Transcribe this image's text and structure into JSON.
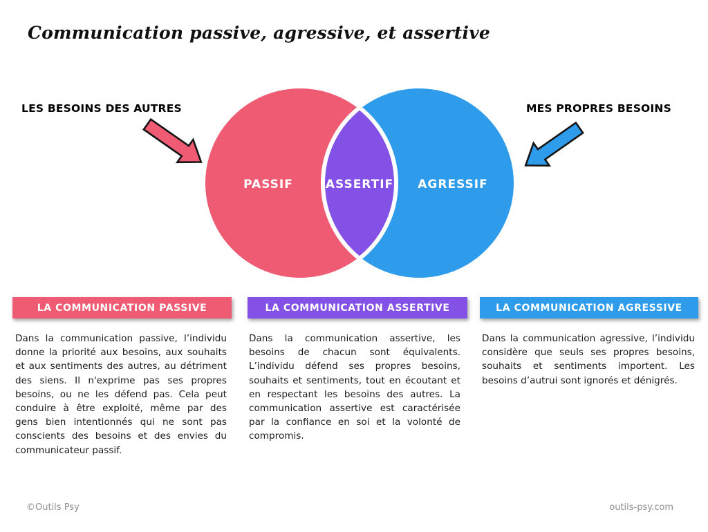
{
  "page": {
    "title": "Communication passive, agressive, et assertive"
  },
  "venn": {
    "left_callout": "LES BESOINS DES AUTRES",
    "right_callout": "MES PROPRES BESOINS",
    "regions": [
      {
        "label": "PASSIF",
        "color": "#EE5B73"
      },
      {
        "label": "ASSERTIF",
        "color": "#8351E6"
      },
      {
        "label": "AGRESSIF",
        "color": "#2E9CEA"
      }
    ]
  },
  "sections": [
    {
      "heading": "LA COMMUNICATION PASSIVE",
      "color": "#EE5B73",
      "body": "Dans la communication passive, l’individu donne la priorité aux besoins, aux souhaits et aux sentiments des autres, au détriment des siens. Il n'exprime pas ses propres besoins, ou ne les défend pas. Cela peut conduire à être exploité, même par des gens bien intentionnés qui ne sont pas conscients des besoins et des envies du communicateur passif."
    },
    {
      "heading": "LA COMMUNICATION ASSERTIVE",
      "color": "#8351E6",
      "body": "Dans la communication assertive, les besoins de chacun sont équivalents. L’individu défend ses propres besoins, souhaits et sentiments, tout en écoutant et en respectant les besoins des autres. La communication assertive est caractérisée par la confiance en soi et la volonté de compromis."
    },
    {
      "heading": "LA COMMUNICATION AGRESSIVE",
      "color": "#2E9CEA",
      "body": "Dans la communication agressive, l’individu considère que seuls ses propres besoins, souhaits et sentiments importent. Les besoins d’autrui sont ignorés et dénigrés."
    }
  ],
  "footer": {
    "copyright": "©Outils Psy",
    "website": "outils-psy.com"
  }
}
